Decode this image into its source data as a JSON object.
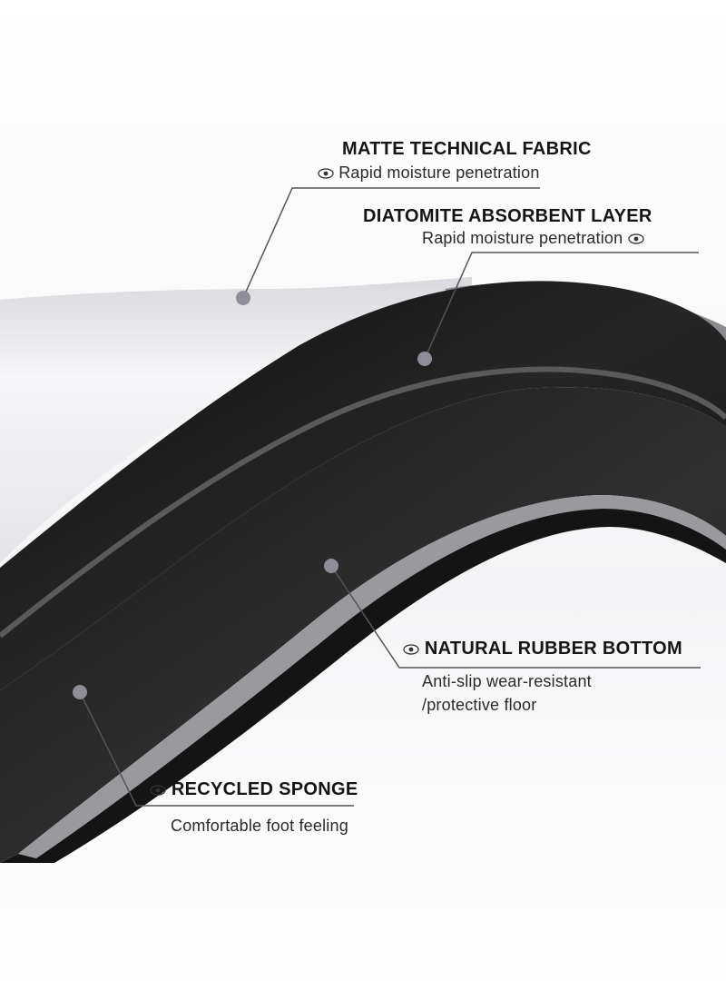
{
  "callouts": [
    {
      "title": "MATTE TECHNICAL FABRIC",
      "lines": [
        "Rapid moisture penetration"
      ]
    },
    {
      "title": "DIATOMITE ABSORBENT LAYER",
      "lines": [
        "Rapid moisture penetration"
      ]
    },
    {
      "title": "NATURAL RUBBER BOTTOM",
      "lines": [
        "Anti-slip wear-resistant",
        "/protective floor"
      ]
    },
    {
      "title": "RECYCLED SPONGE",
      "lines": [
        "Comfortable foot feeling"
      ]
    }
  ],
  "icons": {
    "bullet": "eye-icon",
    "marker": "dot-marker"
  },
  "colors": {
    "layer_black": "#151515",
    "fabric_white": "#f4f4f6",
    "rubber_gray": "#8c8c90",
    "leader_line": "#555555",
    "dot": "#8e8e98"
  }
}
